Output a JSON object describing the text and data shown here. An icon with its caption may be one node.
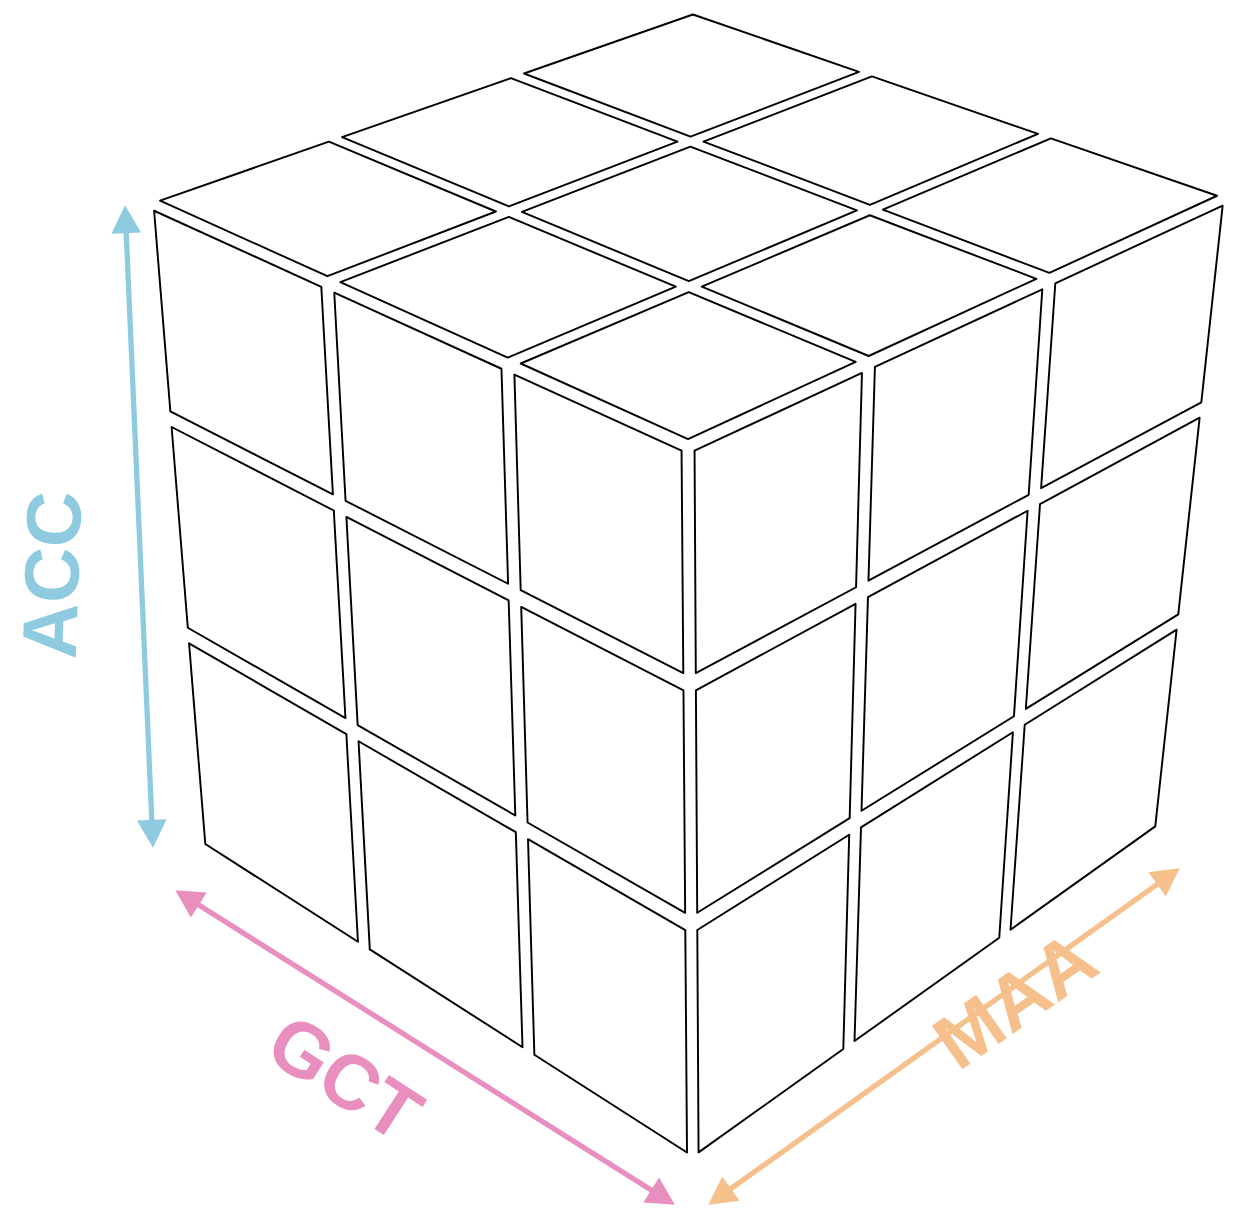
{
  "diagram": {
    "labels": [
      "ACC",
      "GCT",
      "MAA"
    ]
  }
}
